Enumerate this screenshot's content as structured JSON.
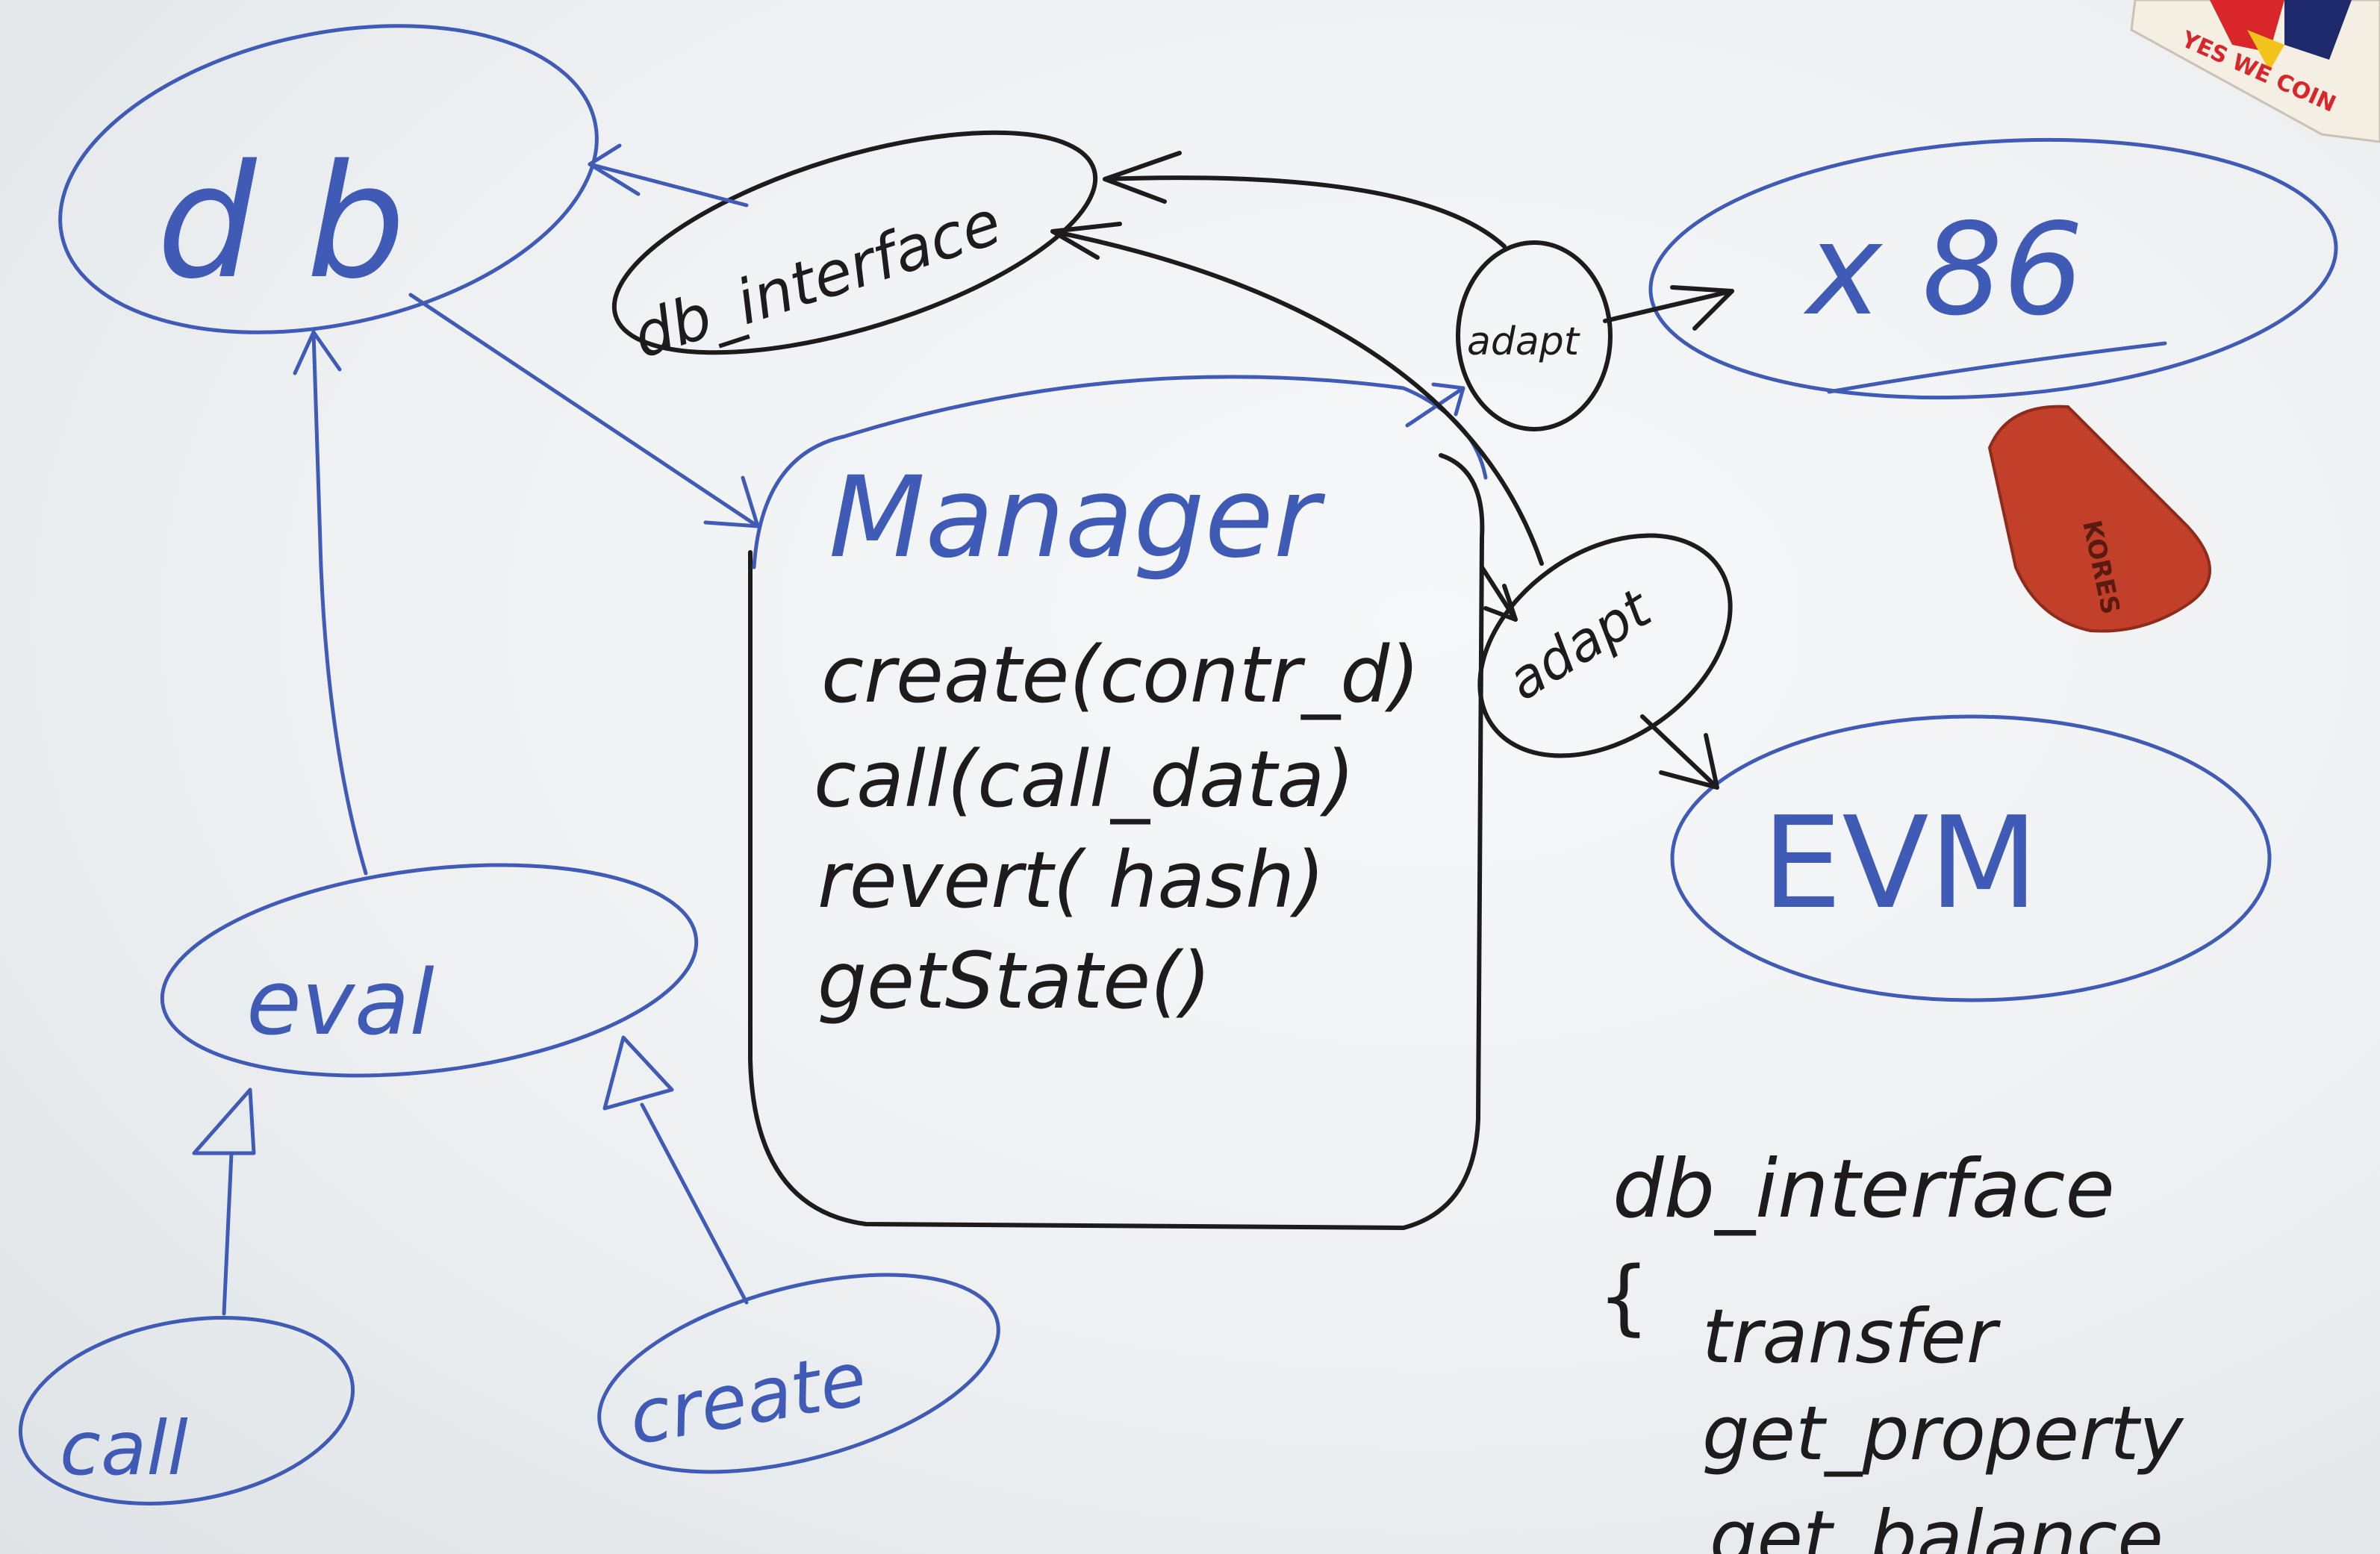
{
  "nodes": {
    "db": "d b",
    "db_interface": "db_interface",
    "x86": "x 86",
    "adapt_top": "adapt",
    "adapt_bottom": "adapt",
    "evm": "EVM",
    "eval": "eval",
    "call": "call",
    "create": "create"
  },
  "manager": {
    "title": "Manager",
    "methods": [
      "create(contr_d)",
      "call(call_data)",
      "revert( hash)",
      "getState()"
    ]
  },
  "notes": {
    "title": "db_interface",
    "brace": "{",
    "items": [
      "transfer",
      "get_property",
      "get_balance"
    ]
  },
  "sticker": {
    "text": "YES WE COIN"
  },
  "eraser": {
    "brand": "KORES"
  },
  "colors": {
    "blue_ink": "#3f5bb5",
    "black_ink": "#1d1b1c",
    "board": "#eef0f2",
    "eraser": "#c2402a"
  }
}
